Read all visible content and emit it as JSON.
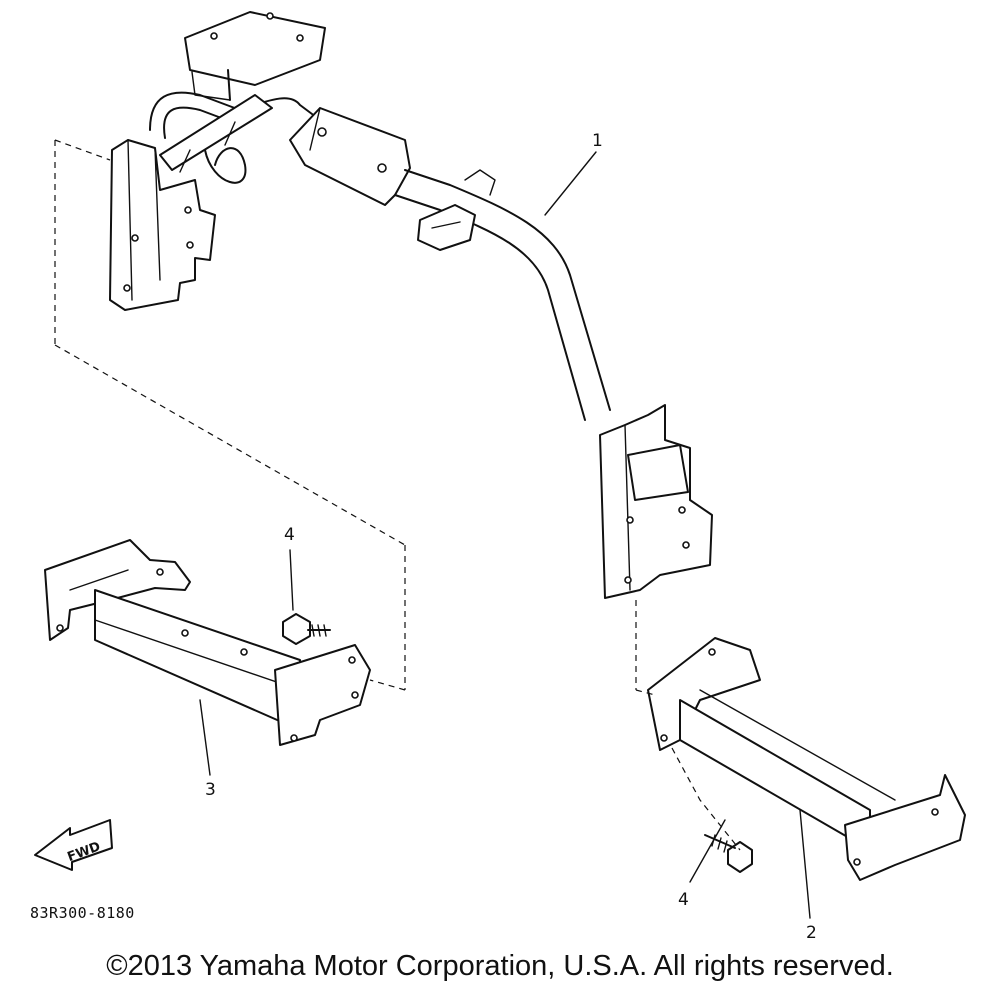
{
  "diagram": {
    "callouts": {
      "part_1": "1",
      "part_2": "2",
      "part_3": "3",
      "part_4_left": "4",
      "part_4_right": "4"
    },
    "fwd_label": "FWD",
    "drawing_code": "83R300-8180"
  },
  "footer": {
    "copyright": "©2013 Yamaha Motor Corporation, U.S.A. All rights reserved."
  },
  "colors": {
    "line": "#111111",
    "background": "#ffffff"
  }
}
